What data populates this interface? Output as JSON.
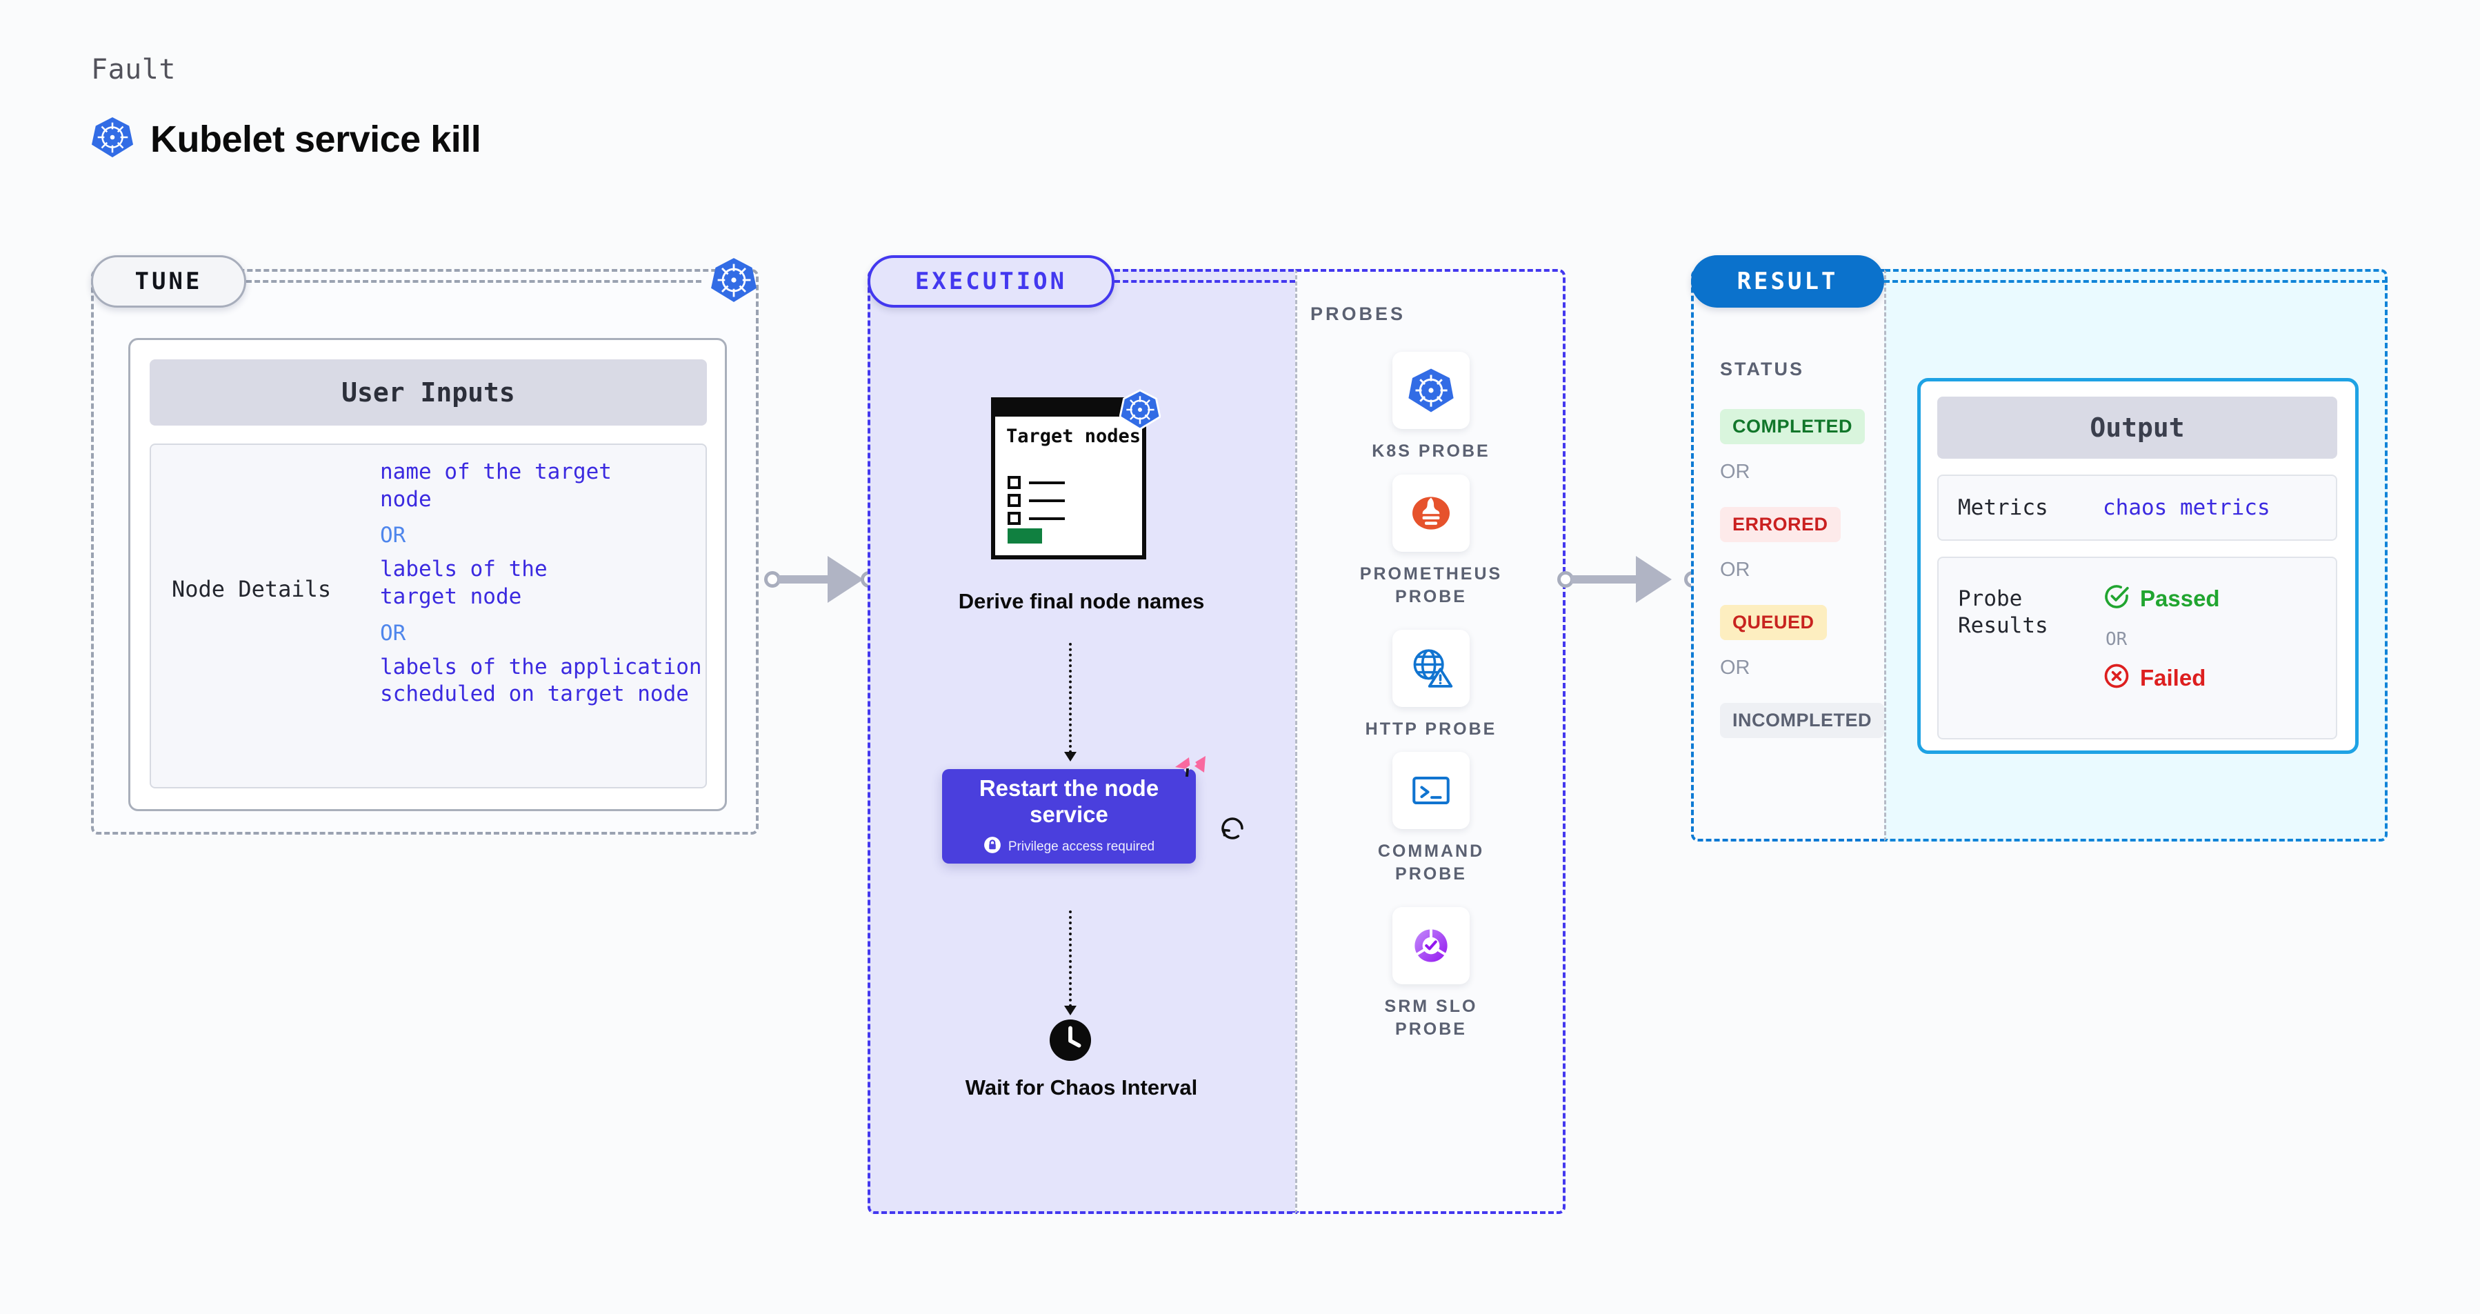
{
  "header": {
    "eyebrow": "Fault",
    "title": "Kubelet service kill",
    "icon": "kubernetes-icon"
  },
  "tune": {
    "pill_label": "TUNE",
    "badge_icon": "kubernetes-icon",
    "card": {
      "header": "User Inputs",
      "rows": [
        {
          "key": "Node Details",
          "values": [
            "name of the target\nnode",
            "labels of the\ntarget node",
            "labels of the application\n scheduled on target node"
          ],
          "separators": [
            "OR",
            "OR"
          ]
        }
      ]
    }
  },
  "execution": {
    "pill_label": "EXECUTION",
    "steps": [
      {
        "name": "target-nodes-card",
        "card_title": "Target\nnodes",
        "badge_icon": "kubernetes-icon",
        "checklist_rows": 3,
        "label": "Derive final node\nnames"
      },
      {
        "name": "restart-node-service",
        "title": "Restart the node\nservice",
        "privilege_note": "Privilege access required",
        "privilege_icon": "lock-icon",
        "corner_icon": "harness-icon",
        "side_icon": "rotate-icon"
      },
      {
        "name": "wait-for-chaos-interval",
        "icon": "clock-icon",
        "label": "Wait for Chaos\nInterval"
      }
    ]
  },
  "probes": {
    "title": "PROBES",
    "items": [
      {
        "icon": "kubernetes-icon",
        "label": "K8S  PROBE"
      },
      {
        "icon": "prometheus-icon",
        "label": "PROMETHEUS\nPROBE"
      },
      {
        "icon": "http-globe-warning-icon",
        "label": "HTTP  PROBE"
      },
      {
        "icon": "terminal-icon",
        "label": "COMMAND\nPROBE"
      },
      {
        "icon": "srm-slo-donut-icon",
        "label": "SRM  SLO\nPROBE"
      }
    ]
  },
  "result": {
    "pill_label": "RESULT",
    "status_title": "STATUS",
    "separator": "OR",
    "statuses": [
      {
        "label": "COMPLETED",
        "bg": "#d9f5dd",
        "fg": "#11762a"
      },
      {
        "label": "ERRORED",
        "bg": "#fdeaea",
        "fg": "#ca2020"
      },
      {
        "label": "QUEUED",
        "bg": "#fdeec0",
        "fg": "#c8231f"
      },
      {
        "label": "INCOMPLETED",
        "bg": "#eef0f4",
        "fg": "#5b6172"
      }
    ]
  },
  "output": {
    "header": "Output",
    "metrics_key": "Metrics",
    "metrics_value": "chaos metrics",
    "probe_results_key": "Probe\nResults",
    "probe_passed": "Passed",
    "probe_failed": "Failed",
    "probe_separator": "OR",
    "passed_icon": "check-circle-icon",
    "failed_icon": "x-circle-icon"
  },
  "colors": {
    "accent_purple": "#4338ef",
    "accent_blue": "#0b72cc",
    "accent_cyan": "#1ea2e4",
    "k8s_blue": "#326ce5",
    "harness_pink": "#f9699f",
    "pass_green": "#21a530",
    "fail_red": "#dd1f1f"
  }
}
